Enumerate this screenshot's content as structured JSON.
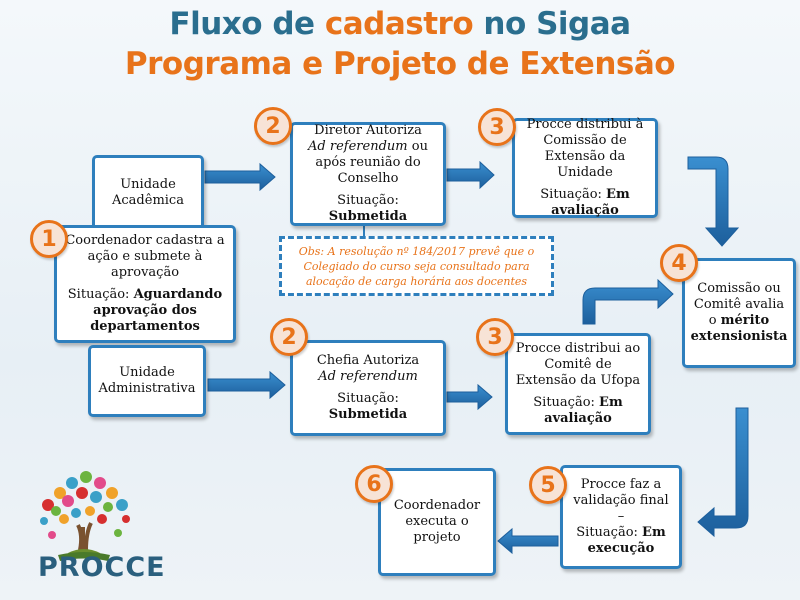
{
  "title": {
    "line1_a": "Fluxo de ",
    "line1_b": "cadastro",
    "line1_c": " no Sigaa",
    "line2": "Programa e Projeto de Extensão"
  },
  "colors": {
    "accent_blue": "#2e7fbd",
    "accent_orange": "#e8731a",
    "title_teal": "#2a6e8e"
  },
  "badges": [
    "1",
    "2",
    "3",
    "2",
    "3",
    "4",
    "5",
    "6"
  ],
  "nodes": {
    "unidade_academica": {
      "l1": "Unidade",
      "l2": "Acadêmica"
    },
    "unidade_administrativa": {
      "l1": "Unidade",
      "l2": "Administrativa"
    },
    "coordenador": {
      "text": "Coordenador cadastra a ação e submete à aprovação",
      "sit_label": "Situação: ",
      "sit_value": "Aguardando aprovação dos departamentos"
    },
    "diretor": {
      "l1": "Diretor Autoriza",
      "l2_italic": "Ad referendum",
      "l2_rest": " ou após reunião do Conselho",
      "sit_label": "Situação: ",
      "sit_value": "Submetida"
    },
    "chefia": {
      "l1": "Chefia Autoriza",
      "l2_italic": "Ad referendum",
      "sit_label": "Situação: ",
      "sit_value": "Submetida"
    },
    "procce_unidade": {
      "text": "Procce distribui à Comissão de Extensão da Unidade",
      "sit_label": "Situação: ",
      "sit_value": "Em avaliação"
    },
    "procce_ufopa": {
      "text": "Procce distribui ao Comitê de Extensão da Ufopa",
      "sit_label": "Situação: ",
      "sit_value": "Em avaliação"
    },
    "comissao": {
      "text": "Comissão ou Comitê avalia o ",
      "bold": "mérito extensionista"
    },
    "procce_final": {
      "text": "Procce faz a validação final –",
      "sit_label": "Situação: ",
      "sit_value": "Em execução"
    },
    "coord_executa": {
      "text": "Coordenador executa o projeto"
    }
  },
  "obs": "Obs: A resolução nº 184/2017 prevê que o Colegiado do curso seja consultado para alocação de carga horária aos docentes",
  "logo_text": "PROCCE"
}
